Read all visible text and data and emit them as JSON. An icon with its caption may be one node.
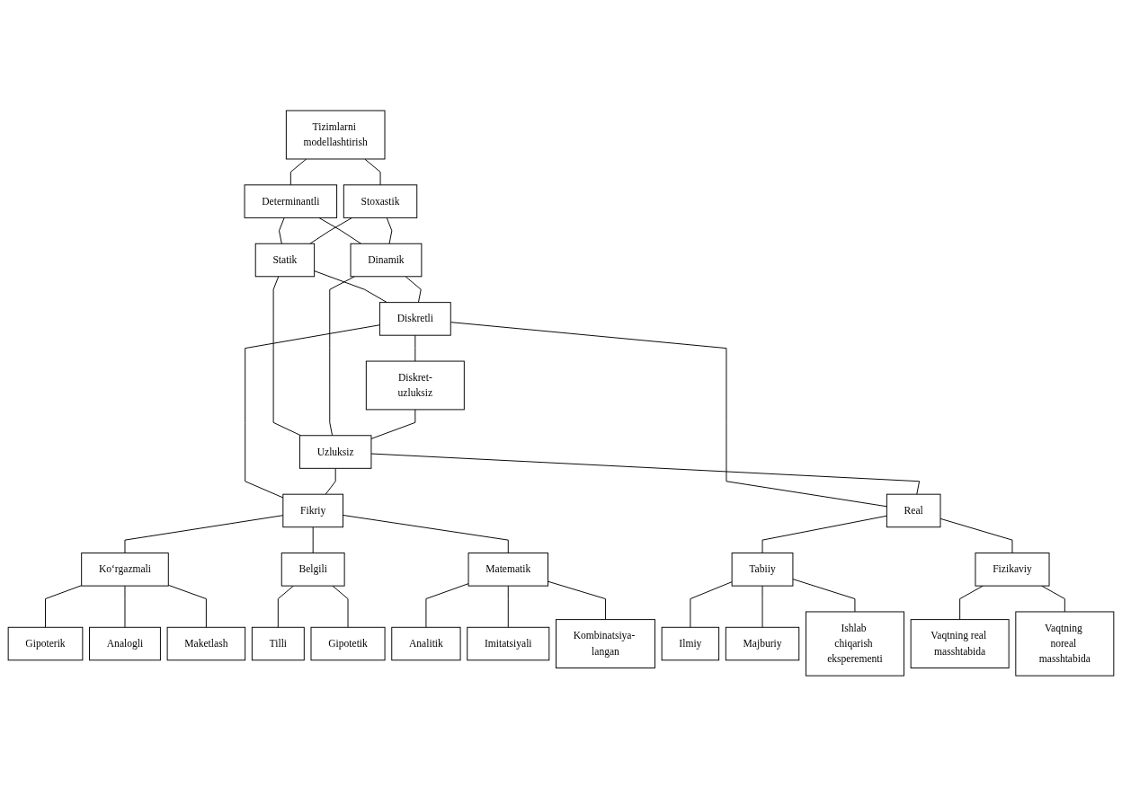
{
  "diagram": {
    "nodes": [
      {
        "text": [
          "Tizimlarni modellashtirish"
        ]
      },
      {
        "text": [
          "Determinantli"
        ]
      },
      {
        "text": [
          "Stoxastik"
        ]
      },
      {
        "text": [
          "Statik"
        ]
      },
      {
        "text": [
          "Dinamik"
        ]
      },
      {
        "text": [
          "Diskretli"
        ]
      },
      {
        "text": [
          "Diskret-uzluksiz"
        ]
      },
      {
        "text": [
          "Uzluksiz"
        ]
      },
      {
        "text": [
          "Fikriy"
        ]
      },
      {
        "text": [
          "Real"
        ]
      },
      {
        "text": [
          "Ko‘rgazmali"
        ]
      },
      {
        "text": [
          "Belgili"
        ]
      },
      {
        "text": [
          "Matematik"
        ]
      },
      {
        "text": [
          "Tabiiy"
        ]
      },
      {
        "text": [
          "Fizikaviy"
        ]
      },
      {
        "text": [
          "Gipoterik"
        ]
      },
      {
        "text": [
          "Analogli"
        ]
      },
      {
        "text": [
          "Maketlash"
        ]
      },
      {
        "text": [
          "Tilli"
        ]
      },
      {
        "text": [
          "Gipotetik"
        ]
      },
      {
        "text": [
          "Analitik"
        ]
      },
      {
        "text": [
          "Imitatsiyali"
        ]
      },
      {
        "text": [
          "Kombinatsiya- langan"
        ]
      },
      {
        "text": [
          "Ilmiy"
        ]
      },
      {
        "text": [
          "Majburiy"
        ]
      },
      {
        "text": [
          "Ishlab chiqarish eksperementi"
        ]
      },
      {
        "text": [
          "Vaqtning real masshtabida"
        ]
      },
      {
        "text": [
          "Vaqtning noreal masshtabida"
        ]
      }
    ],
    "edges": [
      {
        "from": 0,
        "to": 1,
        "arrow": "none"
      },
      {
        "from": 0,
        "to": 2,
        "arrow": "none"
      },
      {
        "from": 1,
        "to": 3,
        "arrow": "none"
      },
      {
        "from": 1,
        "to": 4,
        "arrow": "none"
      },
      {
        "from": 2,
        "to": 3,
        "arrow": "none"
      },
      {
        "from": 2,
        "to": 4,
        "arrow": "none"
      },
      {
        "from": 3,
        "to": 5,
        "arrow": "none"
      },
      {
        "from": 3,
        "to": 7,
        "arrow": "none"
      },
      {
        "from": 4,
        "to": 5,
        "arrow": "none"
      },
      {
        "from": 4,
        "to": 7,
        "arrow": "none"
      },
      {
        "from": 5,
        "to": 6,
        "arrow": "none"
      },
      {
        "from": 6,
        "to": 7,
        "arrow": "none"
      },
      {
        "from": 5,
        "to": 8,
        "arrow": "none"
      },
      {
        "from": 5,
        "to": 9,
        "arrow": "none"
      },
      {
        "from": 7,
        "to": 8,
        "arrow": "none"
      },
      {
        "from": 7,
        "to": 9,
        "arrow": "none"
      },
      {
        "from": 8,
        "to": 10,
        "arrow": "none"
      },
      {
        "from": 8,
        "to": 11,
        "arrow": "none"
      },
      {
        "from": 8,
        "to": 12,
        "arrow": "none"
      },
      {
        "from": 9,
        "to": 13,
        "arrow": "none"
      },
      {
        "from": 9,
        "to": 14,
        "arrow": "none"
      },
      {
        "from": 10,
        "to": 15,
        "arrow": "none"
      },
      {
        "from": 10,
        "to": 16,
        "arrow": "none"
      },
      {
        "from": 10,
        "to": 17,
        "arrow": "none"
      },
      {
        "from": 11,
        "to": 18,
        "arrow": "none"
      },
      {
        "from": 11,
        "to": 19,
        "arrow": "none"
      },
      {
        "from": 12,
        "to": 20,
        "arrow": "none"
      },
      {
        "from": 12,
        "to": 21,
        "arrow": "none"
      },
      {
        "from": 12,
        "to": 22,
        "arrow": "none"
      },
      {
        "from": 13,
        "to": 23,
        "arrow": "none"
      },
      {
        "from": 13,
        "to": 24,
        "arrow": "none"
      },
      {
        "from": 13,
        "to": 25,
        "arrow": "none"
      },
      {
        "from": 14,
        "to": 26,
        "arrow": "none"
      },
      {
        "from": 14,
        "to": 27,
        "arrow": "none"
      }
    ]
  }
}
